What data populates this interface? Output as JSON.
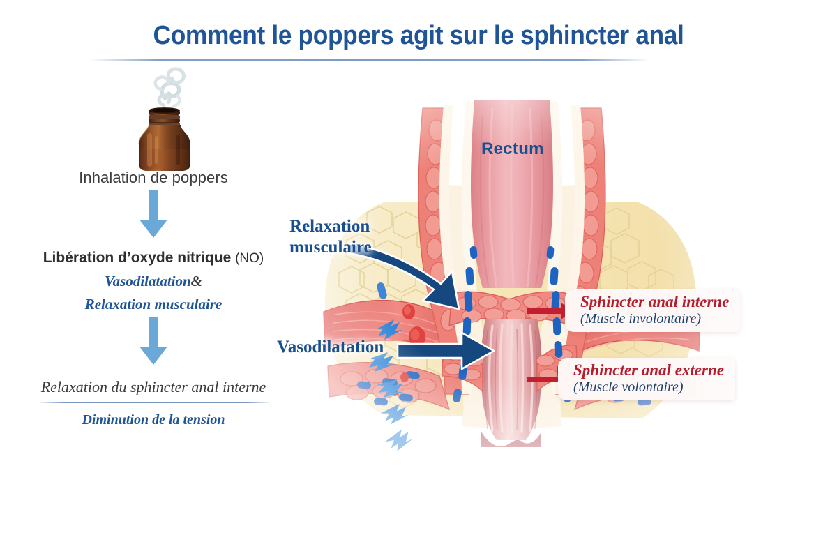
{
  "page": {
    "title": "Comment le poppers agit sur le sphincter anal",
    "background_color": "#ffffff",
    "accent_blue": "#1f5496",
    "accent_red": "#b51d2e",
    "arrow_blue": "#6aa8d8"
  },
  "flow": {
    "bottle_icon": "poppers-bottle-icon",
    "vapor_icon": "vapor-swirl-icon",
    "steps": [
      {
        "label": "Inhalation de poppers"
      },
      {
        "label": "Libération d’oxyde nitrique",
        "suffix": "(NO)"
      },
      {
        "label": "Relaxation du sphincter anal interne"
      }
    ],
    "substeps": {
      "vasodilatation": "Vasodilatation",
      "ampersand": "&",
      "relaxation_musculaire": "Relaxation musculaire",
      "diminution": "Diminution de la tension"
    },
    "arrows": {
      "first": "down-arrow-icon",
      "second": "down-arrow-icon"
    }
  },
  "anatomy": {
    "rectum_label": "Rectum",
    "labels": {
      "relaxation_line1": "Relaxation",
      "relaxation_line2": "musculaire",
      "vasodilatation": "Vasodilatation"
    },
    "callouts": [
      {
        "name": "internal-sphincter",
        "title": "Sphincter anal interne",
        "subtitle": "(Muscle involontaire)"
      },
      {
        "name": "external-sphincter",
        "title": "Sphincter anal externe",
        "subtitle": "(Muscle volontaire)"
      }
    ],
    "tissue_colors": {
      "mucosa": "#e98c8c",
      "lumen": "#e99ba0",
      "muscle": "#e8615d",
      "fat": "#f6e7bd",
      "connective": "#fbf0df",
      "vessel_blue": "#1f63c0",
      "vessel_red": "#e0433f"
    }
  }
}
